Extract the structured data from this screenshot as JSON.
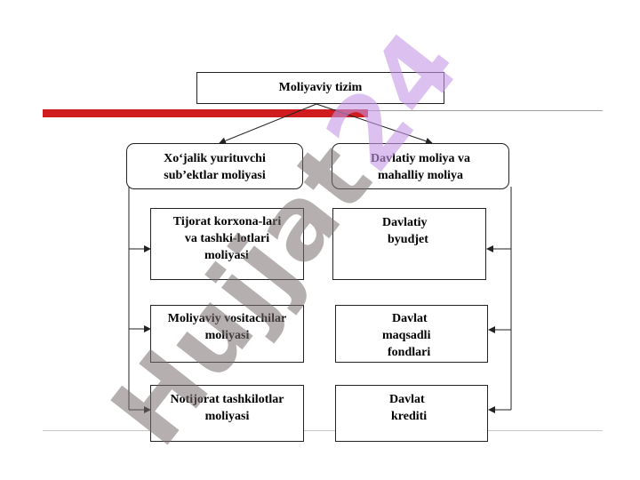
{
  "diagram": {
    "root": "Moliyaviy tizim",
    "left_branch": {
      "header": [
        "Xo‘jalik yurituvchi",
        "sub’ektlar moliyasi"
      ],
      "items": [
        [
          "Tijorat korxona-lari",
          "va tashki-lotlari",
          "moliyasi"
        ],
        [
          "Moliyaviy vositachilar",
          "moliyasi"
        ],
        [
          "Notijorat tashkilotlar",
          "moliyasi"
        ]
      ]
    },
    "right_branch": {
      "header": [
        "Davlatiy moliya va",
        "mahalliy moliya"
      ],
      "items": [
        [
          "Davlatiy",
          "byudjet"
        ],
        [
          "Davlat",
          "maqsadli",
          "fondlari"
        ],
        [
          "Davlat",
          "krediti"
        ]
      ]
    }
  },
  "watermark": {
    "part1": "Hujjat",
    "part2": "24"
  },
  "colors": {
    "accent_bar": "#d01c1f",
    "rule_gray": "#a0a0a0",
    "border": "#222222"
  }
}
